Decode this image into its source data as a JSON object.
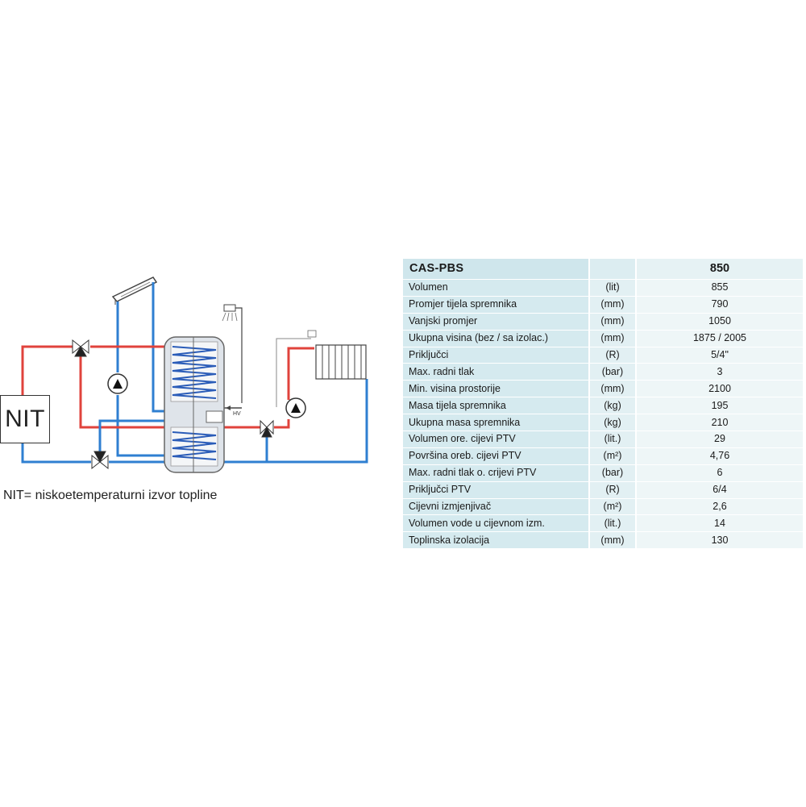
{
  "diagram": {
    "nit_label": "NIT",
    "caption": "NIT= niskoetemperaturni izvor topline",
    "hv_label": "HV",
    "colors": {
      "hot": "#e0433c",
      "cold": "#2f7fd1",
      "outline": "#444444"
    }
  },
  "table": {
    "header": {
      "model": "CAS-PBS",
      "unit": "",
      "value": "850"
    },
    "rows": [
      {
        "label": "Volumen",
        "unit": "(lit)",
        "value": "855"
      },
      {
        "label": "Promjer tijela spremnika",
        "unit": "(mm)",
        "value": "790"
      },
      {
        "label": "Vanjski promjer",
        "unit": "(mm)",
        "value": "1050"
      },
      {
        "label": "Ukupna visina (bez / sa izolac.)",
        "unit": "(mm)",
        "value": "1875 / 2005"
      },
      {
        "label": "Priključci",
        "unit": "(R)",
        "value": "5/4\""
      },
      {
        "label": "Max. radni tlak",
        "unit": "(bar)",
        "value": "3"
      },
      {
        "label": "Min. visina prostorije",
        "unit": "(mm)",
        "value": "2100"
      },
      {
        "label": "Masa tijela spremnika",
        "unit": "(kg)",
        "value": "195"
      },
      {
        "label": "Ukupna masa spremnika",
        "unit": "(kg)",
        "value": "210"
      },
      {
        "label": "Volumen ore. cijevi PTV",
        "unit": "(lit.)",
        "value": "29"
      },
      {
        "label": "Površina oreb. cijevi PTV",
        "unit": "(m²)",
        "value": "4,76"
      },
      {
        "label": "Max. radni tlak o. crijevi PTV",
        "unit": "(bar)",
        "value": "6"
      },
      {
        "label": "Priključci PTV",
        "unit": "(R)",
        "value": "6/4"
      },
      {
        "label": "Cijevni izmjenjivač",
        "unit": "(m²)",
        "value": "2,6"
      },
      {
        "label": "Volumen vode u cijevnom izm.",
        "unit": "(lit.)",
        "value": "14"
      },
      {
        "label": "Toplinska izolacija",
        "unit": "(mm)",
        "value": "130"
      }
    ]
  }
}
